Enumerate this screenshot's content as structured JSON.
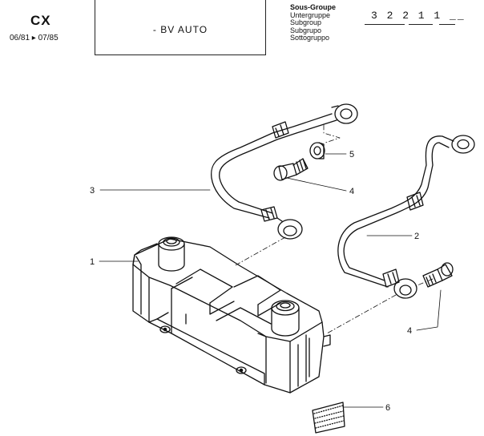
{
  "header": {
    "model": "CX",
    "dates": "06/81 ▸ 07/85",
    "title": "- BV AUTO",
    "subgroup_labels": [
      "Sous-Groupe",
      "Untergruppe",
      "Subgroup",
      "Subgrupo",
      "Sottogruppo"
    ],
    "code": "3 2 2  1 1  __"
  },
  "callouts": [
    {
      "id": "1",
      "label": "1"
    },
    {
      "id": "2",
      "label": "2"
    },
    {
      "id": "3",
      "label": "3"
    },
    {
      "id": "4a",
      "label": "4"
    },
    {
      "id": "4b",
      "label": "4"
    },
    {
      "id": "5",
      "label": "5"
    },
    {
      "id": "6",
      "label": "6"
    }
  ]
}
